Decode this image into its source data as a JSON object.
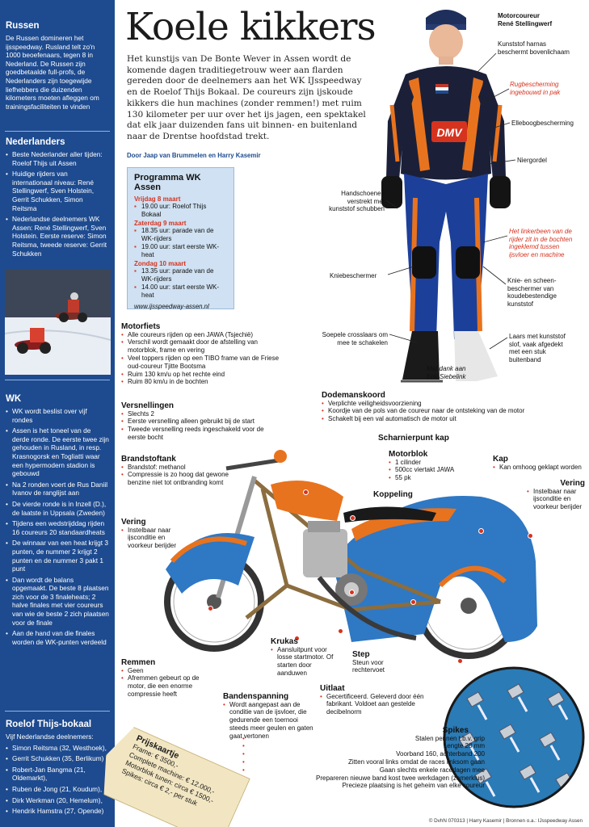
{
  "sidebar": {
    "russen": {
      "heading": "Russen",
      "text": "De Russen domineren het ijsspeedway. Rusland telt zo'n 1000 beoefenaars, tegen 8 in Nederland. De Russen zijn goedbetaalde full-profs, de Nederlanders zijn toegewijde liefhebbers die duizenden kilometers moeten afleggen om trainingsfaciliteiten te vinden"
    },
    "nederlanders": {
      "heading": "Nederlanders",
      "items": [
        "Beste Nederlander aller tijden: Roelof Thijs uit Assen",
        "Huidige rijders van internationaal niveau: René Stellingwerf, Sven Holstein, Gerrit Schukken, Simon Reitsma",
        "Nederlandse deelnemers WK Assen: René Stellingwerf, Sven Holstein. Eerste reserve: Simon Reitsma, tweede reserve: Gerrit Schukken"
      ]
    },
    "wk": {
      "heading": "WK",
      "items": [
        "WK wordt beslist over vijf rondes",
        "Assen is het toneel van de derde ronde. De eerste twee zijn gehouden in Rusland, in resp. Krasnogorsk en Togliatti waar een hypermodern stadion is gebouwd",
        "Na 2 ronden voert de Rus Daniil Ivanov de ranglijst aan",
        "De vierde ronde is in Inzell (D.), de laatste in Uppsala (Zweden)",
        "Tijdens een wedstrijddag rijden 16 coureurs 20 standaardheats",
        "De winnaar van een heat krijgt 3 punten, de nummer 2 krijgt 2 punten en de nummer 3 pakt 1 punt",
        "Dan wordt de balans opgemaakt. De beste 8 plaatsen zich voor de 3 finaleheats; 2 halve finales met vier coureurs van wie de beste 2 zich plaatsen voor de finale",
        "Aan de hand van die finales worden de WK-punten verdeeld"
      ]
    },
    "bokaal": {
      "heading": "Roelof Thijs-bokaal",
      "intro": "Vijf Nederlandse deelnemers:",
      "items": [
        "Simon Reitsma (32, Westhoek),",
        "Gerrit Schukken (35, Berlikum)",
        "Robert-Jan Bangma (21, Oldemarkt),",
        "Ruben de Jong (21, Koudum),",
        "Dirk Werkman (20, Hemelum),",
        "Hendrik Hamstra (27, Opende)"
      ]
    }
  },
  "headline": "Koele kikkers",
  "intro": "Het kunstijs van De Bonte Wever in Assen wordt de komende dagen traditiegetrouw weer aan flarden gereden door de deelnemers aan het WK IJsspeedway en de Roelof Thijs Bokaal. De coureurs zijn ijskoude kikkers die hun machines (zonder remmen!) met ruim 130 kilometer per uur over het ijs jagen, een spektakel dat elk jaar duizenden fans uit binnen- en buitenland naar de Drentse hoofdstad trekt.",
  "byline": "Door Jaap van Brummelen en Harry Kasemir",
  "programma": {
    "heading": "Programma WK Assen",
    "days": [
      {
        "day": "Vrijdag 8 maart",
        "items": [
          "19.00 uur: Roelof Thijs Bokaal"
        ]
      },
      {
        "day": "Zaterdag 9 maart",
        "items": [
          "18.35 uur: parade van de WK-rijders",
          "19.00 uur: start eerste WK-heat"
        ]
      },
      {
        "day": "Zondag 10 maart",
        "items": [
          "13.35 uur: parade van de WK-rijders",
          "14.00 uur: start eerste WK-heat"
        ]
      }
    ],
    "url": "www.ijsspeedway-assen.nl"
  },
  "rider": {
    "title": "Motorcoureur\nRené Stellingwerf",
    "cap_text": "DMV",
    "labels": {
      "harnas": "Kunststof harnas\nbeschermt bovenlichaam",
      "rug": "Rugbescherming\ningebouwd in pak",
      "elleboog": "Elleboogbescherming",
      "nier": "Niergordel",
      "handschoenen": "Handschoenen\nverstrekt met\nkunststof schubben",
      "linkerbeen": "Het linkerbeen van de\nrijder zit in de bochten\ningeklemd tussen\nijsvloer en machine",
      "knie": "Kniebeschermer",
      "scheen": "Knie- en scheen-\nbeschermer van\nkoudebestendige\nkunststof",
      "laars": "Laars met kunststof\nslof, vaak afgedekt\nmet een stuk\nbuitenband",
      "crosslaars": "Soepele crosslaars om\nmee te schakelen",
      "dank": "Met dank aan\nErik Siebelink"
    }
  },
  "motorfiets": {
    "heading": "Motorfiets",
    "items": [
      "Alle coureurs rijden op een JAWA (Tsjechië)",
      "Verschil wordt gemaakt door de afstelling van motorblok, frame en vering",
      "Veel toppers rijden op een TIBO frame van de Friese oud-coureur Tjitte Bootsma",
      "Ruim 130 km/u op het rechte eind",
      "Ruim 80 km/u in de bochten"
    ]
  },
  "parts": {
    "versnellingen": {
      "heading": "Versnellingen",
      "items": [
        "Slechts 2",
        "Eerste versnelling alleen gebruikt bij de start",
        "Tweede versnelling reeds ingeschakeld voor de eerste bocht"
      ]
    },
    "dodemanskoord": {
      "heading": "Dodemanskoord",
      "items": [
        "Verplichte veiligheidsvoorziening",
        "Koordje van de pols van de coureur naar de ontsteking van de motor",
        "Schakelt bij een val automatisch de motor uit"
      ]
    },
    "scharnierpunt": {
      "heading": "Scharnierpunt kap"
    },
    "brandstoftank": {
      "heading": "Brandstoftank",
      "items": [
        "Brandstof: methanol",
        "Compressie is zo hoog dat gewone benzine niet tot ontbranding komt"
      ]
    },
    "motorblok": {
      "heading": "Motorblok",
      "items": [
        "1 cilinder",
        "500cc viertakt JAWA",
        "55 pk"
      ]
    },
    "kap": {
      "heading": "Kap",
      "items": [
        "Kan omhoog geklapt worden"
      ]
    },
    "vering_r": {
      "heading": "Vering",
      "items": [
        "Instelbaar naar ijsconditie en voorkeur berijder"
      ]
    },
    "koppeling": {
      "heading": "Koppeling"
    },
    "vering_l": {
      "heading": "Vering",
      "items": [
        "Instelbaar naar ijsconditie en voorkeur berijder"
      ]
    },
    "krukas": {
      "heading": "Krukas",
      "items": [
        "Aansluitpunt voor losse startmotor. Of starten door aanduwen"
      ]
    },
    "step": {
      "heading": "Step",
      "text": "Steun voor rechtervoet"
    },
    "remmen": {
      "heading": "Remmen",
      "items": [
        "Geen",
        "Afremmen gebeurt op de motor, die een enorme compressie heeft"
      ]
    },
    "bandenspanning": {
      "heading": "Bandenspanning",
      "items": [
        "Wordt aangepast aan de conditie van de ijsvloer, die gedurende een toernooi steeds meer geulen en gaten gaat vertonen"
      ]
    },
    "uitlaat": {
      "heading": "Uitlaat",
      "items": [
        "Gecertificeerd. Geleverd door één fabrikant. Voldoet aan gestelde decibelnorm"
      ]
    },
    "spikes": {
      "heading": "Spikes",
      "items": [
        "Stalen pennen t.b.v. grip",
        "Lengte 28 mm",
        "Voorband 160, achterband 200",
        "Zitten vooral links omdat de races linksom gaan",
        "Gaan slechts enkele racedagen mee",
        "Prepareren nieuwe band kost twee werkdagen (zomerklus)",
        "Precieze plaatsing is het geheim van elke coureur"
      ]
    }
  },
  "prijskaartje": {
    "heading": "Prijskaartje",
    "items": [
      "Frame: € 3500,-",
      "Complete machine: € 12.000,-",
      "Motorblok tunen: circa € 1500,-",
      "Spikes: circa € 2,- per stuk"
    ]
  },
  "credit": "© DvhN 070313 | Harry Kasemir | Bronnen o.a.: IJsspeedway Assen",
  "colors": {
    "sidebar": "#1e4b8f",
    "accent_red": "#d6331f",
    "bike_orange": "#e8731e",
    "bike_blue": "#2f78c4"
  }
}
